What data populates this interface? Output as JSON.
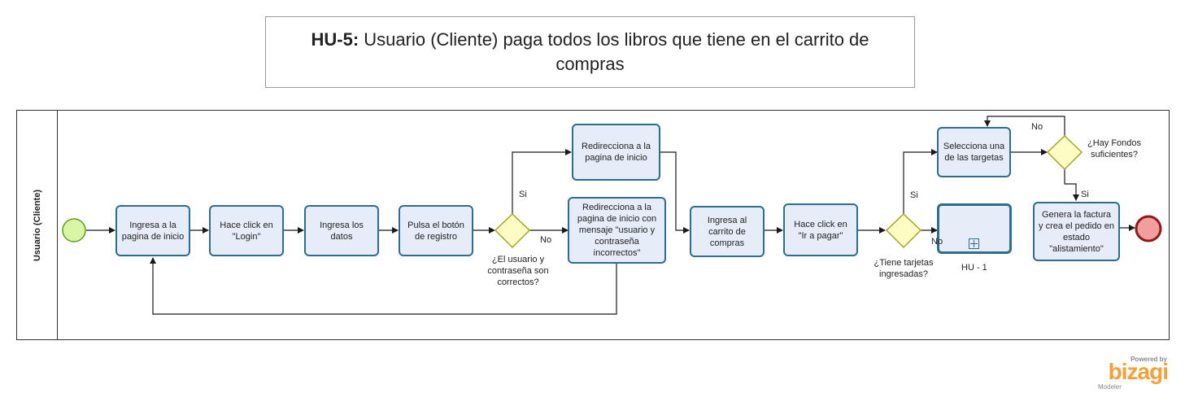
{
  "title": {
    "bold": "HU-5:",
    "text": "Usuario (Cliente) paga todos los libros que tiene en el carrito de compras"
  },
  "lane": {
    "label": "Usuario (Cliente)"
  },
  "tasks": {
    "t1": "Ingresa a la pagina de inicio",
    "t2": "Hace click en \"Login\"",
    "t3": "Ingresa los datos",
    "t4": "Pulsa el botón de registro",
    "t5": "Redirecciona a la pagina de inicio",
    "t6": "Redirecciona a la pagina de inicio con mensaje \"usuario y contraseña incorrectos\"",
    "t7": "Ingresa al carrito de compras",
    "t8": "Hace click en \"Ir a pagar\"",
    "t9": "Selecciona una de las targetas",
    "t10": "Genera la factura y crea el pedido en estado \"alistamiento\""
  },
  "subprocess": {
    "label": "HU - 1"
  },
  "gateways": {
    "g1": "¿El usuario y contraseña son correctos?",
    "g2": "¿Tiene tarjetas ingresadas?",
    "g3": "¿Hay Fondos suficientes?"
  },
  "flow_labels": {
    "g1_yes": "Si",
    "g1_no": "No",
    "g2_yes": "Si",
    "g2_no": "No",
    "g3_yes": "Si",
    "g3_no": "No"
  },
  "branding": {
    "powered_by": "Powered by",
    "logo": "bizagi",
    "product": "Modeler"
  },
  "colors": {
    "task_fill": "#e6ecf8",
    "task_border": "#2d6d8e",
    "start_fill": "#d9f5a6",
    "start_stroke": "#5a9e1a",
    "end_fill": "#f29e9e",
    "end_stroke": "#8e1a1a",
    "gateway_fill": "#fdfcc4",
    "gateway_stroke": "#a5a520",
    "logo": "#f4a03c"
  }
}
